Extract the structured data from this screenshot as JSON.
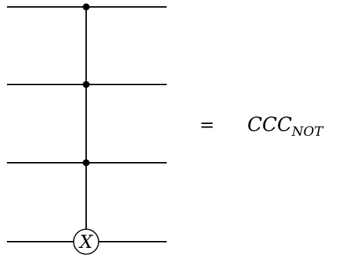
{
  "circuit": {
    "wires": 4,
    "controls_on_wires": [
      0,
      1,
      2
    ],
    "target_wire": 3,
    "target_symbol": "X"
  },
  "equation": {
    "operator": "=",
    "name_base": "CCC",
    "name_subscript": "NOT"
  }
}
